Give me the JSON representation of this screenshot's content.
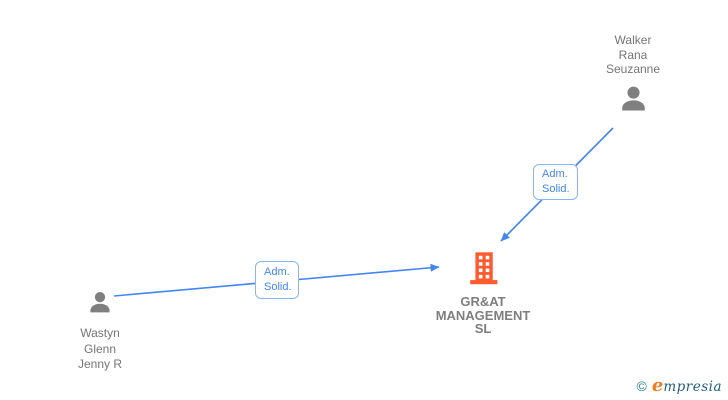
{
  "diagram": {
    "type": "corporate-relationship-graph",
    "colors": {
      "bg": "#ffffff",
      "line_blue": "#4285f4",
      "edge_box_border": "#8ab4f8",
      "edge_text": "#4285f4",
      "person_gray": "#7f7f7f",
      "person_label": "#757575",
      "company_orange": "#ff5a30",
      "company_label": "#7e7e7e",
      "logo_teal": "#2a7d8f",
      "logo_orange": "#ee7d22",
      "logo_dark": "#1f5e7d"
    },
    "nodes": [
      {
        "id": "walker-rana-seuzanne",
        "type": "person",
        "lines": [
          "Walker",
          "Rana",
          "Seuzanne"
        ]
      },
      {
        "id": "wastyn-glenn-jenny-r",
        "type": "person",
        "lines": [
          "Wastyn",
          "Glenn",
          "Jenny R"
        ]
      },
      {
        "id": "grat-management-sl",
        "type": "company",
        "lines": [
          "GR&AT",
          "MANAGEMENT",
          "SL"
        ]
      }
    ],
    "edges": [
      {
        "from": "walker-rana-seuzanne",
        "to": "grat-management-sl",
        "label_lines": [
          "Adm.",
          "Solid."
        ]
      },
      {
        "from": "wastyn-glenn-jenny-r",
        "to": "grat-management-sl",
        "label_lines": [
          "Adm.",
          "Solid."
        ]
      }
    ]
  },
  "footer": {
    "copyright_symbol": "©",
    "brand_initial": "e",
    "brand_rest": "mpresia"
  }
}
